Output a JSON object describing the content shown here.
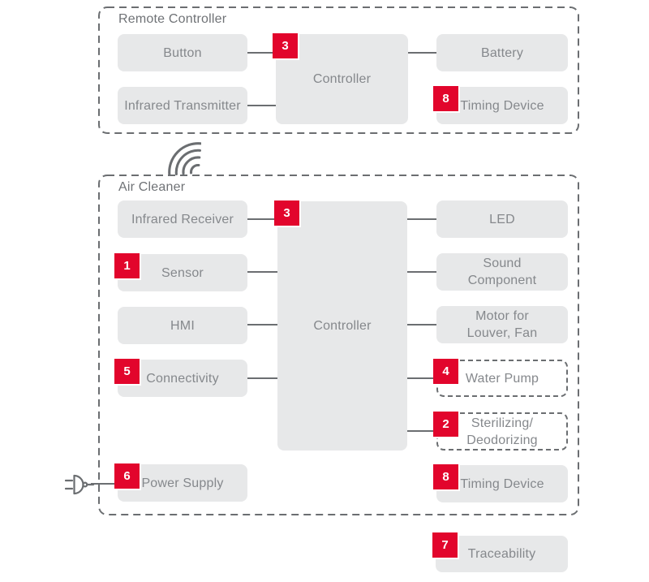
{
  "colors": {
    "accent_red": "#e2052c",
    "box_fill": "#e7e8e9",
    "box_text": "#85888c",
    "title_text": "#6f7276",
    "line_gray": "#6b6e71"
  },
  "remote_controller": {
    "title": "Remote Controller",
    "boxes": {
      "button": {
        "label": "Button"
      },
      "infrared_transmitter": {
        "label": "Infrared Transmitter"
      },
      "controller": {
        "label": "Controller",
        "badge": "3"
      },
      "battery": {
        "label": "Battery"
      },
      "timing_device": {
        "label": "Timing Device",
        "badge": "8"
      }
    }
  },
  "wireless_link": {
    "icon": "wifi-signal-arcs"
  },
  "air_cleaner": {
    "title": "Air Cleaner",
    "boxes": {
      "infrared_receiver": {
        "label": "Infrared Receiver"
      },
      "sensor": {
        "label": "Sensor",
        "badge": "1"
      },
      "hmi": {
        "label": "HMI"
      },
      "connectivity": {
        "label": "Connectivity",
        "badge": "5"
      },
      "controller": {
        "label": "Controller",
        "badge": "3"
      },
      "led": {
        "label": "LED"
      },
      "sound_component": {
        "label": "Sound\nComponent"
      },
      "motor_louver_fan": {
        "label": "Motor for\nLouver, Fan"
      },
      "water_pump": {
        "label": "Water Pump",
        "badge": "4"
      },
      "sterilizing_deodorizing": {
        "label": "Sterilizing/\nDeodorizing",
        "badge": "2"
      },
      "timing_device": {
        "label": "Timing Device",
        "badge": "8"
      },
      "power_supply": {
        "label": "Power Supply",
        "badge": "6",
        "icon": "ac-plug"
      }
    }
  },
  "traceability": {
    "label": "Traceability",
    "badge": "7"
  }
}
